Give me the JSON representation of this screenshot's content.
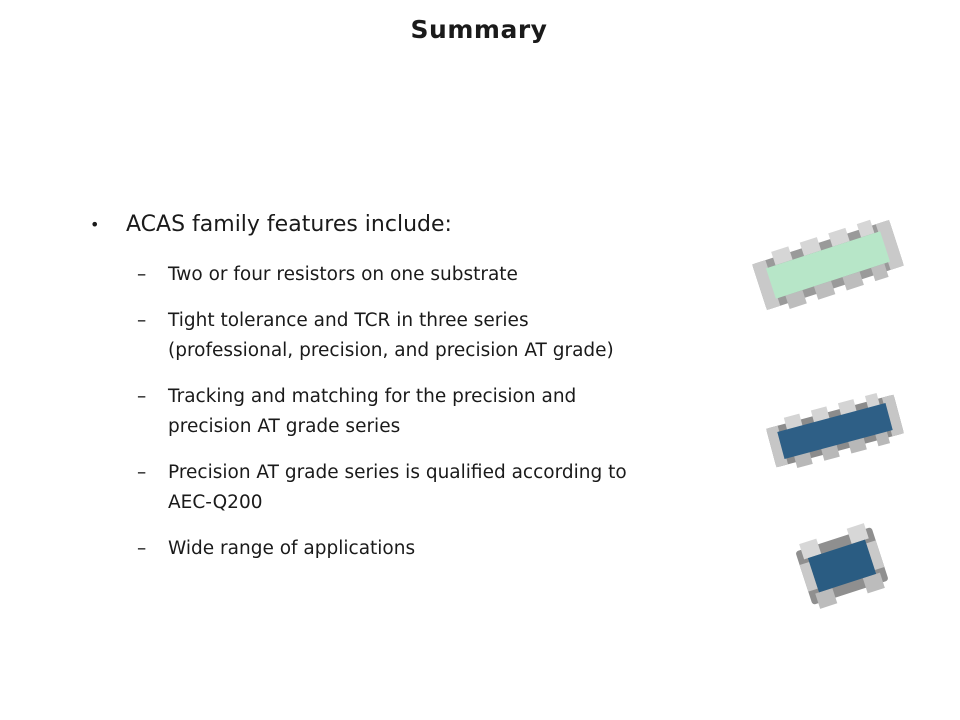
{
  "slide": {
    "title": "Summary",
    "main_bullet": "ACAS family features include:",
    "sub_bullets": [
      {
        "lines": [
          "Two or four resistors on one substrate"
        ]
      },
      {
        "lines": [
          "Tight tolerance and TCR in three series",
          "(professional, precision, and precision  AT grade)"
        ]
      },
      {
        "lines": [
          "Tracking and matching for the precision and",
          "precision AT grade series"
        ]
      },
      {
        "lines": [
          "Precision AT grade series is qualified according to",
          "AEC-Q200"
        ]
      },
      {
        "lines": [
          "Wide range of applications"
        ]
      }
    ]
  },
  "images": [
    {
      "name": "acas-green-chip-image",
      "body_color": "#b7e6c8"
    },
    {
      "name": "acas-blue-chip-4-image",
      "body_color": "#2e5f86"
    },
    {
      "name": "acas-blue-chip-2-image",
      "body_color": "#2a5c82"
    }
  ]
}
